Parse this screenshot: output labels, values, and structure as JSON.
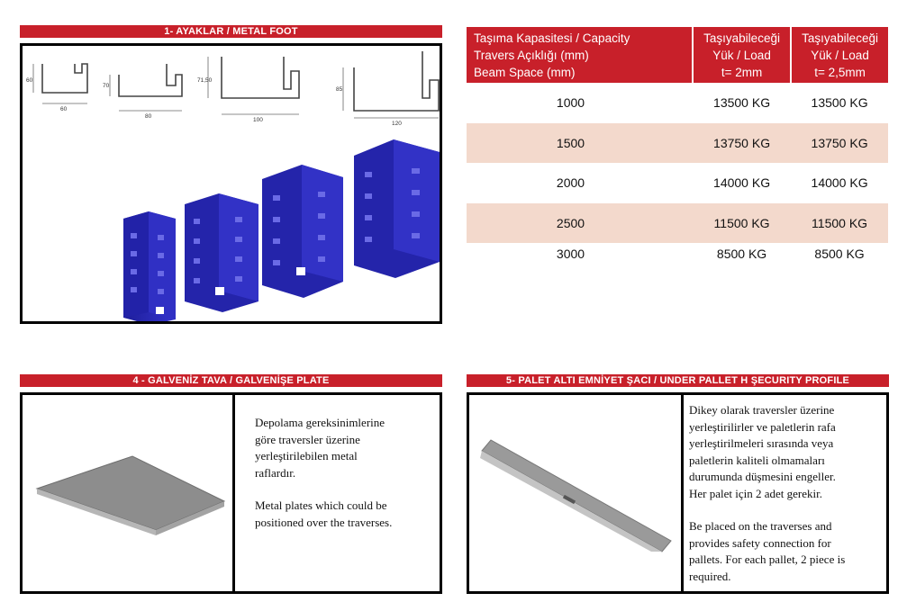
{
  "metal_foot": {
    "title": "1- AYAKLAR / METAL FOOT",
    "profiles": [
      {
        "height": "60",
        "width": "60"
      },
      {
        "height": "70",
        "width": "80"
      },
      {
        "height": "71,50",
        "width": "100"
      },
      {
        "height": "85",
        "width": "120"
      }
    ]
  },
  "capacity_table": {
    "headers": {
      "col0": [
        "Taşıma Kapasitesi / Capacity",
        "Travers Açıklığı (mm)",
        "Beam Space (mm)"
      ],
      "col1": [
        "Taşıyabileceği",
        "Yük / Load",
        "t= 2mm"
      ],
      "col2": [
        "Taşıyabileceği",
        "Yük / Load",
        "t= 2,5mm"
      ]
    },
    "rows": [
      {
        "space": "1000",
        "load_2mm": "13500 KG",
        "load_25mm": "13500 KG"
      },
      {
        "space": "1500",
        "load_2mm": "13750 KG",
        "load_25mm": "13750 KG"
      },
      {
        "space": "2000",
        "load_2mm": "14000 KG",
        "load_25mm": "14000 KG"
      },
      {
        "space": "2500",
        "load_2mm": "11500 KG",
        "load_25mm": "11500 KG"
      },
      {
        "space": "3000",
        "load_2mm": "8500 KG",
        "load_25mm": "8500 KG"
      }
    ]
  },
  "galvanized_plate": {
    "title": "4 - GALVENİZ TAVA / GALVENİŞE PLATE",
    "text_tr": [
      "Depolama gereksinimlerine",
      "göre traversler üzerine",
      "yerleştirilebilen metal",
      "raflardır."
    ],
    "text_en": [
      "Metal plates which could be",
      "positioned over the traverses."
    ]
  },
  "security_profile": {
    "title": "5- PALET ALTI EMNİYET ŞACI / UNDER PALLET H ŞECURITY PROFILE",
    "text_tr": [
      "Dikey olarak traversler üzerine",
      "yerleştirilirler ve paletlerin rafa",
      "yerleştirilmeleri sırasında veya",
      "paletlerin kaliteli olmamaları",
      "durumunda düşmesini engeller.",
      "Her palet için 2 adet gerekir."
    ],
    "text_en": [
      "Be placed on the traverses and",
      "provides safety connection for",
      "pallets. For each pallet, 2 piece is",
      "required."
    ]
  },
  "colors": {
    "accent_red": "#c8202a",
    "row_shade": "#f3d9cc",
    "upright_blue": "#2b2bb8",
    "plate_gray": "#8a8a8a"
  }
}
